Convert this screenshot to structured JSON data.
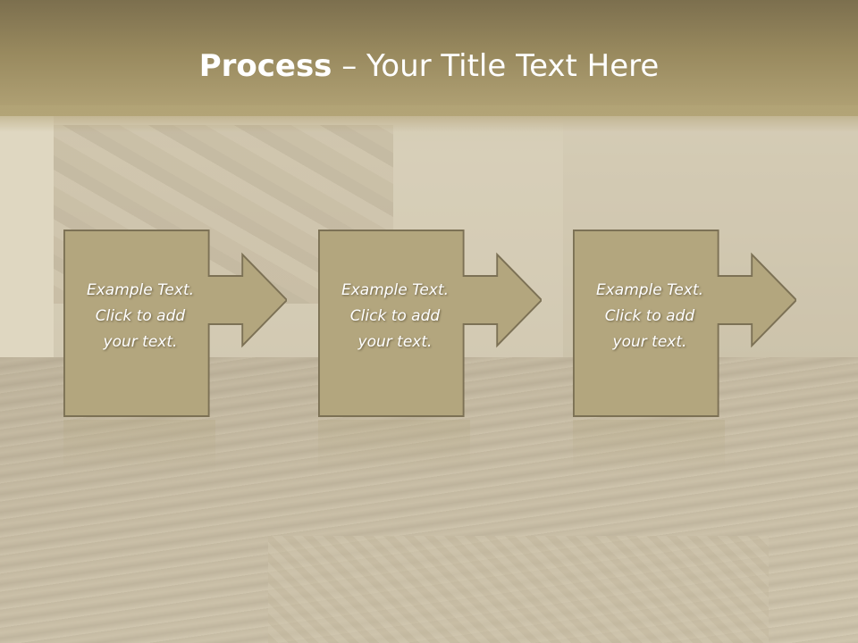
{
  "slide": {
    "title_strong": "Process",
    "title_rest": " – Your Title Text Here",
    "steps": [
      {
        "text": "Example Text.\nClick  to add\nyour text."
      },
      {
        "text": "Example Text.\nClick  to add\nyour text."
      },
      {
        "text": "Example Text.\nClick  to add\nyour text."
      }
    ]
  },
  "colors": {
    "box_fill": "#b3a67e",
    "box_stroke": "#7c7155",
    "title_bar": "#98895e",
    "text": "#ffffff"
  }
}
